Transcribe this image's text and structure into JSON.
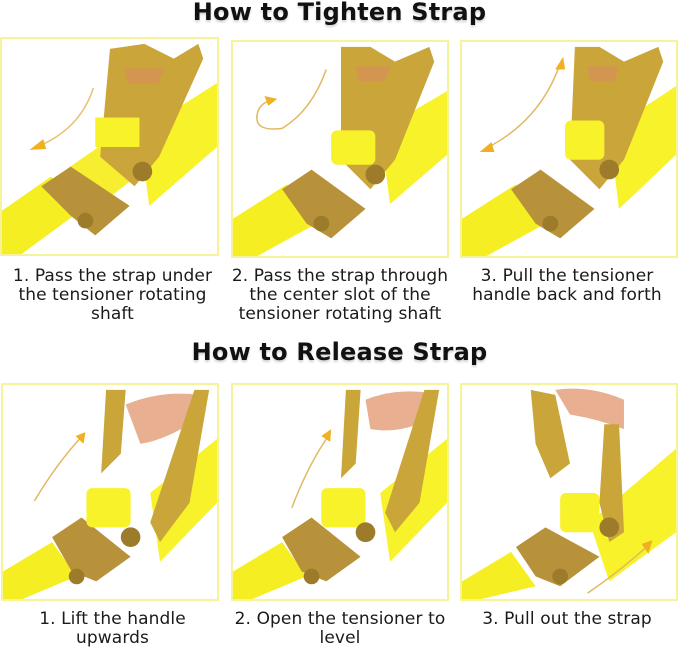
{
  "tighten": {
    "title": "How to Tighten Strap",
    "steps": [
      {
        "label": "1.  Pass the strap under the tensioner rotating shaft",
        "arrow": "curved-down-left-arrow"
      },
      {
        "label": "2.  Pass the strap through the center slot of the tensioner rotating shaft",
        "arrow": "curved-loop-right-arrow"
      },
      {
        "label": "3.  Pull the tensioner handle back and forth",
        "arrow": "double-headed-arrow"
      }
    ]
  },
  "release": {
    "title": "How to Release Strap",
    "steps": [
      {
        "label": "1.  Lift the handle upwards",
        "arrow": "up-right-arrow"
      },
      {
        "label": "2.  Open the tensioner to level",
        "arrow": "up-right-arrow"
      },
      {
        "label": "3.  Pull out the strap",
        "arrow": "up-right-arrow"
      }
    ]
  },
  "colors": {
    "panel_border": "#f7f39a",
    "strap_yellow": "#f8f22a",
    "metal_gold": "#c9a53a",
    "arrow_orange": "#f0b020",
    "text": "#1a1a1a"
  }
}
